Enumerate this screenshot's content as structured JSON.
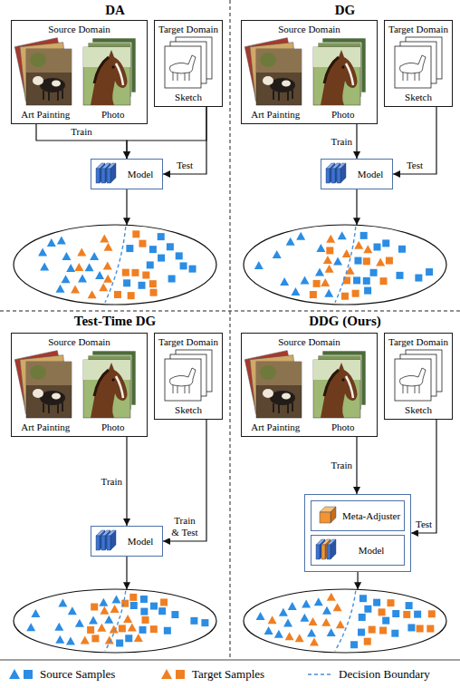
{
  "diagram": {
    "nodes": [
      {
        "text": [
          "Source Domain",
          "Art Painting",
          "Photo"
        ]
      },
      {
        "text": [
          "Target Domain",
          "Sketch"
        ]
      },
      {
        "text": [
          "Model"
        ]
      },
      {
        "text": [
          "Source Domain",
          "Art Painting",
          "Photo"
        ]
      },
      {
        "text": [
          "Target Domain",
          "Sketch"
        ]
      },
      {
        "text": [
          "Model"
        ]
      },
      {
        "text": [
          "Source Domain",
          "Art Painting",
          "Photo"
        ]
      },
      {
        "text": [
          "Target Domain",
          "Sketch"
        ]
      },
      {
        "text": [
          "Model"
        ]
      },
      {
        "text": [
          "Source Domain",
          "Art Painting",
          "Photo"
        ]
      },
      {
        "text": [
          "Target Domain",
          "Sketch"
        ]
      },
      {
        "text": []
      },
      {
        "text": [
          "Meta-Adjuster"
        ],
        "in": 11
      },
      {
        "text": [
          "Model"
        ],
        "in": 11
      }
    ],
    "edges": [
      {
        "from": 0,
        "to": 2,
        "arrow": "to",
        "label": "Train"
      },
      {
        "from": 1,
        "to": 2,
        "arrow": "to"
      },
      {
        "from": 1,
        "to": 2,
        "arrow": "to",
        "label": "Test"
      },
      {
        "from": 3,
        "to": 5,
        "arrow": "to",
        "label": "Train"
      },
      {
        "from": 4,
        "to": 5,
        "arrow": "to",
        "label": "Test"
      },
      {
        "from": 6,
        "to": 8,
        "arrow": "to",
        "label": "Train"
      },
      {
        "from": 7,
        "to": 8,
        "arrow": "to",
        "label": "Train & Test"
      },
      {
        "from": 9,
        "to": 11,
        "arrow": "to",
        "label": "Train"
      },
      {
        "from": 10,
        "to": 11,
        "arrow": "to",
        "label": "Test"
      }
    ],
    "labels": [
      "DA",
      "DG",
      "Test-Time DG",
      "DDG (Ours)"
    ],
    "legend": [
      {
        "text": "Source Samples",
        "color": "#2b8de3"
      },
      {
        "text": "Target Samples",
        "color": "#f07f22"
      },
      {
        "text": "Decision Boundary"
      }
    ]
  }
}
